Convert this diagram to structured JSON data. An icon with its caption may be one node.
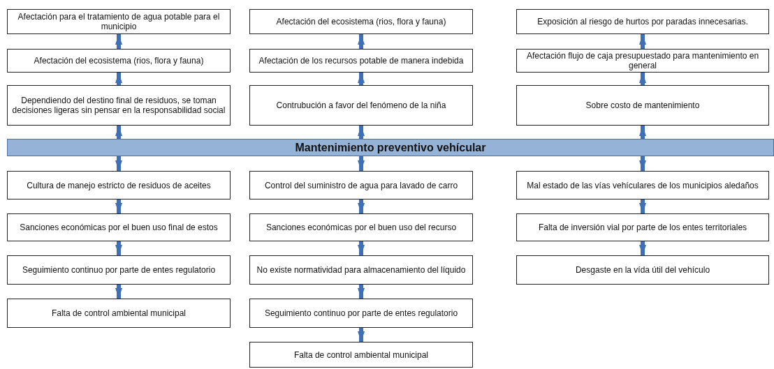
{
  "diagram": {
    "nodes": [
      {
        "text": [
          "Afectación para el tratamiento de agua potable para el municipio"
        ]
      },
      {
        "text": [
          "Afectación del ecosistema (rios, flora y fauna)"
        ]
      },
      {
        "text": [
          "Exposición al riesgo de hurtos por paradas innecesarias."
        ]
      },
      {
        "text": [
          "Afectación del ecosistema (rios, flora y fauna)"
        ]
      },
      {
        "text": [
          "Afectación de los recursos potable de manera indebida"
        ]
      },
      {
        "text": [
          "Afectación flujo de caja presupuestado para mantenimiento en general"
        ]
      },
      {
        "text": [
          "Dependiendo del destino final de residuos, se toman decisiones ligeras sin pensar en la responsabilidad social"
        ]
      },
      {
        "text": [
          "Contrubución a favor del fenómeno de la niña"
        ]
      },
      {
        "text": [
          "Sobre costo de mantenimiento"
        ]
      },
      {
        "text": [
          "Mantenimiento preventivo vehícular"
        ]
      },
      {
        "text": [
          "Cultura de manejo estricto de residuos de aceites"
        ]
      },
      {
        "text": [
          "Control del suministro de agua para lavado de carro"
        ]
      },
      {
        "text": [
          "Mal estado de las vías vehículares de los municipios aledaños"
        ]
      },
      {
        "text": [
          "Sanciones económicas por el buen uso final de estos"
        ]
      },
      {
        "text": [
          "Sanciones económicas por el buen uso del recurso"
        ]
      },
      {
        "text": [
          "Falta de inversión vial por parte de los entes territoriales"
        ]
      },
      {
        "text": [
          "Seguimiento continuo por parte de entes regulatorio"
        ]
      },
      {
        "text": [
          "No existe normatividad para almacenamiento del líquido"
        ]
      },
      {
        "text": [
          "Desgaste en la vída útil del vehículo"
        ]
      },
      {
        "text": [
          "Falta de control ambiental municipal"
        ]
      },
      {
        "text": [
          "Seguimiento continuo por parte de entes regulatorio"
        ]
      },
      {
        "text": [
          "Falta de control ambiental municipal"
        ]
      }
    ],
    "edges": [
      {
        "from": 9,
        "to": 6,
        "arrow": "to"
      },
      {
        "from": 6,
        "to": 3,
        "arrow": "to"
      },
      {
        "from": 3,
        "to": 0,
        "arrow": "to"
      },
      {
        "from": 9,
        "to": 7,
        "arrow": "to"
      },
      {
        "from": 7,
        "to": 4,
        "arrow": "to"
      },
      {
        "from": 4,
        "to": 1,
        "arrow": "to"
      },
      {
        "from": 9,
        "to": 8,
        "arrow": "to"
      },
      {
        "from": 8,
        "to": 5,
        "arrow": "to"
      },
      {
        "from": 5,
        "to": 2,
        "arrow": "to"
      },
      {
        "from": 9,
        "to": 10,
        "arrow": "to"
      },
      {
        "from": 10,
        "to": 13,
        "arrow": "to"
      },
      {
        "from": 13,
        "to": 16,
        "arrow": "to"
      },
      {
        "from": 16,
        "to": 19,
        "arrow": "to"
      },
      {
        "from": 9,
        "to": 11,
        "arrow": "to"
      },
      {
        "from": 11,
        "to": 14,
        "arrow": "to"
      },
      {
        "from": 14,
        "to": 17,
        "arrow": "to"
      },
      {
        "from": 17,
        "to": 20,
        "arrow": "to"
      },
      {
        "from": 20,
        "to": 21,
        "arrow": "to"
      },
      {
        "from": 9,
        "to": 12,
        "arrow": "to"
      },
      {
        "from": 12,
        "to": 15,
        "arrow": "to"
      },
      {
        "from": 15,
        "to": 18,
        "arrow": "to"
      }
    ]
  }
}
